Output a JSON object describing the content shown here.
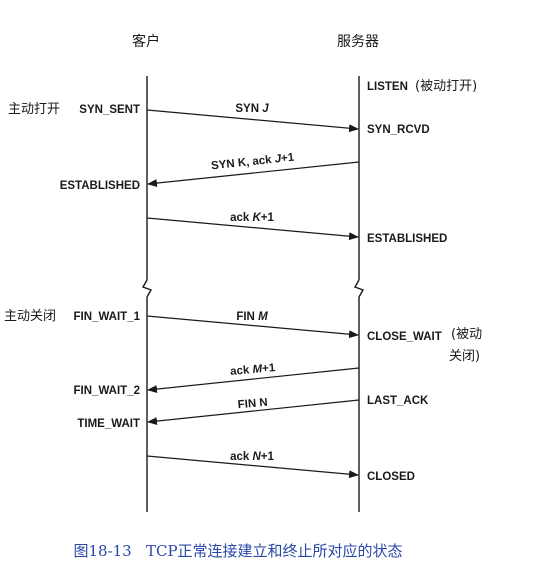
{
  "headers": {
    "client": "客户",
    "server": "服务器"
  },
  "side_notes": {
    "active_open": "主动打开",
    "active_close": "主动关闭",
    "passive_open": "(被动打开)",
    "passive_close_line1": "(被动",
    "passive_close_line2": "关闭)"
  },
  "client_states": {
    "syn_sent": "SYN_SENT",
    "established": "ESTABLISHED",
    "fin_wait_1": "FIN_WAIT_1",
    "fin_wait_2": "FIN_WAIT_2",
    "time_wait": "TIME_WAIT"
  },
  "server_states": {
    "listen": "LISTEN",
    "syn_rcvd": "SYN_RCVD",
    "established": "ESTABLISHED",
    "close_wait": "CLOSE_WAIT",
    "last_ack": "LAST_ACK",
    "closed": "CLOSED"
  },
  "messages": [
    {
      "id": "syn-j",
      "parts": [
        {
          "t": "SYN "
        },
        {
          "t": "J",
          "i": true
        }
      ]
    },
    {
      "id": "syn-k-ack",
      "parts": [
        {
          "t": "SYN K, ack "
        },
        {
          "t": "J",
          "i": true
        },
        {
          "t": "+1"
        }
      ]
    },
    {
      "id": "ack-k",
      "parts": [
        {
          "t": "ack "
        },
        {
          "t": "K",
          "i": true
        },
        {
          "t": "+1"
        }
      ]
    },
    {
      "id": "fin-m",
      "parts": [
        {
          "t": "FIN "
        },
        {
          "t": "M",
          "i": true
        }
      ]
    },
    {
      "id": "ack-m",
      "parts": [
        {
          "t": "ack "
        },
        {
          "t": "M",
          "i": true
        },
        {
          "t": "+1"
        }
      ]
    },
    {
      "id": "fin-n",
      "parts": [
        {
          "t": "FIN N"
        }
      ]
    },
    {
      "id": "ack-n",
      "parts": [
        {
          "t": "ack "
        },
        {
          "t": "N",
          "i": true
        },
        {
          "t": "+1"
        }
      ]
    }
  ],
  "caption": "图18-13   TCP正常连接建立和终止所对应的状态",
  "colors": {
    "ink": "#1a1a1a",
    "caption": "#2a48a8"
  }
}
